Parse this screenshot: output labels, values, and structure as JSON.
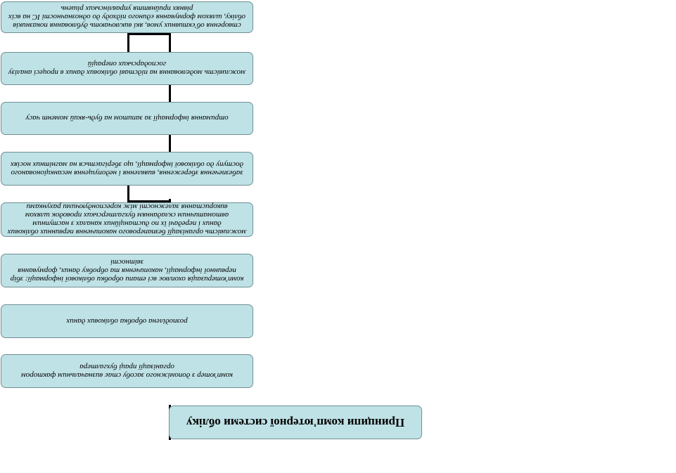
{
  "diagram": {
    "title": "Принципи комп'ютерної системи обліку",
    "items": [
      {
        "label": "комп'ютер з допоміжного засобу стає визначальним фактором організації праці бухгалтера"
      },
      {
        "label": "розподілена обробка облікових даних"
      },
      {
        "label": "комп'ютеризація охоплює всі етапи обробки облікової інформації: збір первинної інформації, накопичення та обробку даних, формування звітності"
      },
      {
        "label": "можливість організації безпаперового накопичення первинних облікових даних і передачі їх по дистанційних каналах з наступним автоматичним складанням бухгалтерських проводок шляхом використання залежності між кореспондуючими рахунками"
      },
      {
        "label": "забезпечення збереження, виявлення і недопущення несанкціонованого доступу до облікової інформації, що зберігається на магнітних носіях"
      },
      {
        "label": "отримання інформації за запитом на будь-який момент часу"
      },
      {
        "label": "можливість моделювання на підставі облікових даних в процесі аналізу господарських операцій"
      },
      {
        "label": "створення об'єктивних умов, які виключають дублювання показників обліку, шляхом формування єдиного підходу до однозначності ІС на всіх рівнях прийняття управлінських рішень"
      }
    ]
  }
}
